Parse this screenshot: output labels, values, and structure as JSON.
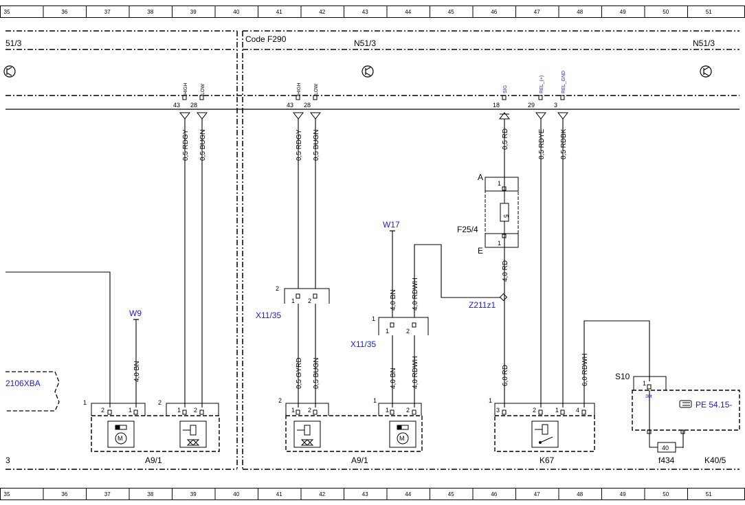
{
  "ruler": {
    "columns": [
      "35",
      "36",
      "37",
      "38",
      "39",
      "40",
      "41",
      "42",
      "43",
      "44",
      "45",
      "46",
      "47",
      "48",
      "49",
      "50",
      "51"
    ]
  },
  "header": {
    "code_label": "Code F290",
    "module_left": "51/3",
    "module_mid": "N51/3",
    "module_right": "N51/3"
  },
  "connectors": {
    "sig_labels": {
      "high": "HIGH",
      "low": "LOW",
      "sig": "SIG",
      "rel_pos": "REL_(+)",
      "rel_gnd": "REL_GND"
    },
    "pins": {
      "p43": "43",
      "p28": "28",
      "p18": "18",
      "p29": "29",
      "p3": "3"
    }
  },
  "wires": {
    "rdgy": "0,5 RDGY",
    "bugn": "0,5 BUGN",
    "rd05": "0,5 RD",
    "rdye": "0,5 RDYE",
    "rdbk": "0,5 RDBK",
    "bn40": "4,0 BN",
    "rdwh40": "4,0 RDWH",
    "rd40": "4,0 RD",
    "gyrd": "0,5 GYRD",
    "rd60": "6,0 RD",
    "rdwh60": "6,0 RDWH"
  },
  "components": {
    "w9": "W9",
    "w17": "W17",
    "x11_35": "X11/35",
    "z211z1": "Z211z1",
    "f25_4": "F25/4",
    "fuse_value": "5",
    "fuse_top": "A",
    "fuse_bottom": "E",
    "part_2106xba": "2106XBA",
    "a9_1": "A9/1",
    "k67": "K67",
    "k40_5": "K40/5",
    "f434": "f434",
    "fuse434_value": "40",
    "s10": "S10",
    "term_30t": "30t",
    "pe_ref": "PE 54.15-",
    "left_edge": "3",
    "num1": "1",
    "num2": "2",
    "num3": "3",
    "num4": "4"
  },
  "colors": {
    "link": "#1a1ad6",
    "line": "#000000"
  }
}
